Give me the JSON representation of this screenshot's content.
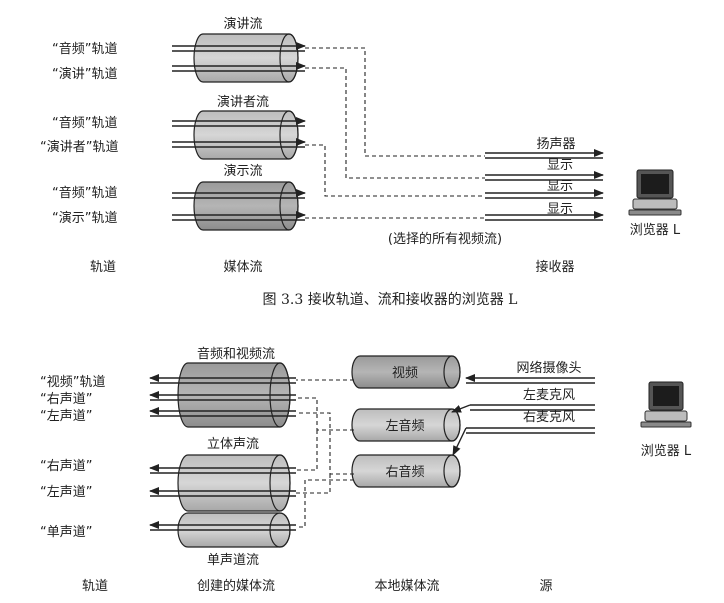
{
  "figure_3_3": {
    "caption": "图 3.3    接收轨道、流和接收器的浏览器 L",
    "streams": [
      {
        "name": "演讲流",
        "tracks": [
          "“音频”轨道",
          "“演讲”轨道"
        ]
      },
      {
        "name": "演讲者流",
        "tracks": [
          "“音频”轨道",
          "“演讲者”轨道"
        ]
      },
      {
        "name": "演示流",
        "tracks": [
          "“音频”轨道",
          "“演示”轨道"
        ]
      }
    ],
    "sinks": [
      "扬声器",
      "显示",
      "显示",
      "显示"
    ],
    "selection_note": "(选择的所有视频流)",
    "browser_label": "浏览器 L",
    "col_labels": [
      "轨道",
      "媒体流",
      "接收器"
    ]
  },
  "figure_3_4": {
    "created_streams": [
      {
        "name": "音频和视频流",
        "tracks": [
          "“视频”轨道",
          "“右声道”",
          "“左声道”"
        ]
      },
      {
        "name": "立体声流",
        "tracks": [
          "“右声道”",
          "“左声道”"
        ]
      },
      {
        "name": "单声道流",
        "tracks": [
          "“单声道”"
        ]
      }
    ],
    "local_streams": [
      "视频",
      "左音频",
      "右音频"
    ],
    "sources": [
      "网络摄像头",
      "左麦克风",
      "右麦克风"
    ],
    "browser_label": "浏览器 L",
    "col_labels": [
      "轨道",
      "创建的媒体流",
      "本地媒体流",
      "源"
    ]
  }
}
